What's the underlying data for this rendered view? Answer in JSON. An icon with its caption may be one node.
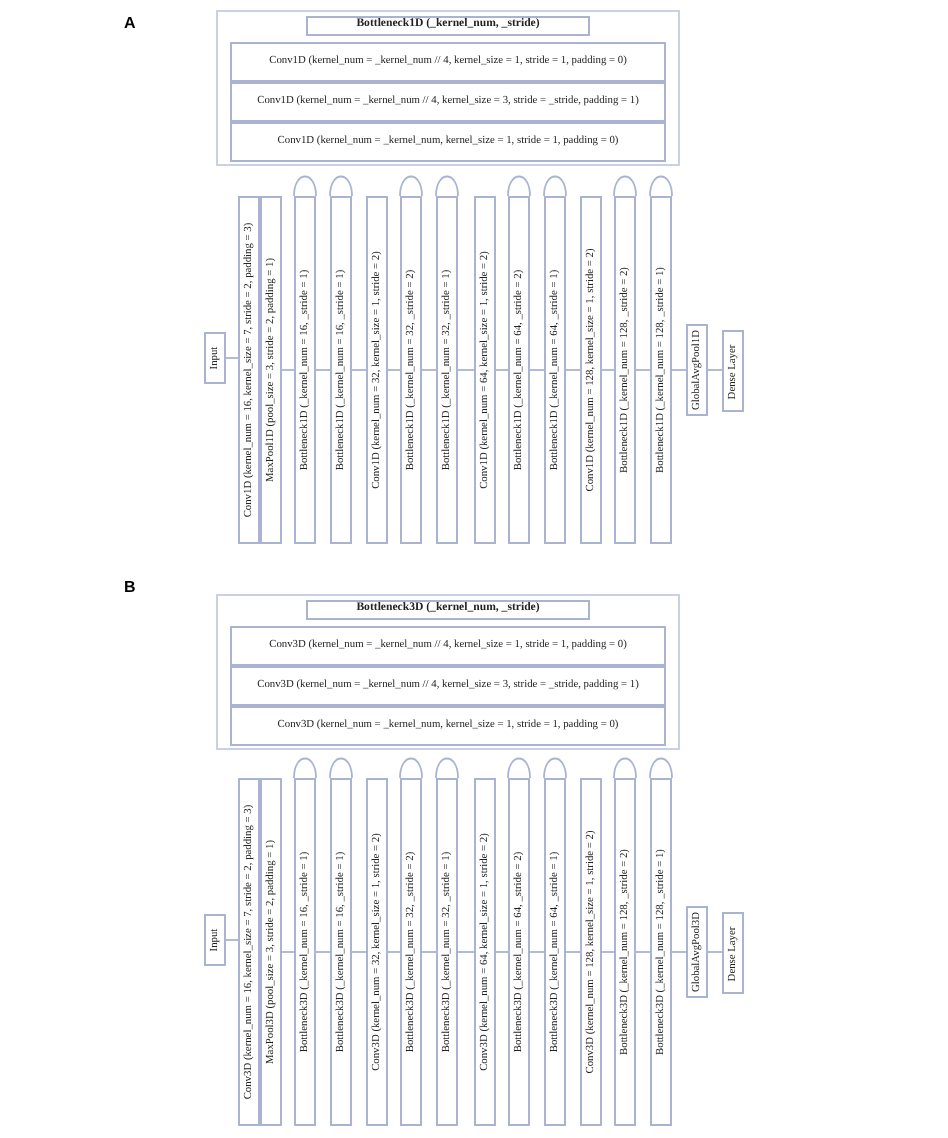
{
  "diagram": {
    "nodes": [
      {
        "text": [],
        "shape": "box"
      },
      {
        "text": [
          "Bottleneck1D (_kernel_num, _stride)"
        ],
        "in": 0
      },
      {
        "text": [
          "Conv1D (kernel_num = _kernel_num // 4, kernel_size = 1, stride = 1, padding = 0)"
        ],
        "in": 0
      },
      {
        "text": [
          "Conv1D (kernel_num = _kernel_num // 4, kernel_size = 3, stride = _stride, padding = 1)"
        ],
        "in": 0
      },
      {
        "text": [
          "Conv1D (kernel_num = _kernel_num, kernel_size = 1, stride = 1, padding = 0)"
        ],
        "in": 0
      },
      {
        "text": [
          "Input"
        ]
      },
      {
        "text": [
          "Conv1D (kernel_num = 16, kernel_size = 7, stride = 2, padding = 3)"
        ]
      },
      {
        "text": [
          "MaxPool1D (pool_size = 3, stride = 2, padding = 1)"
        ]
      },
      {
        "text": [
          "Bottleneck1D (_kernel_num = 16, _stride = 1)"
        ]
      },
      {
        "text": [
          "Bottleneck1D (_kernel_num = 16, _stride = 1)"
        ]
      },
      {
        "text": [
          "Conv1D (kernel_num = 32, kernel_size = 1, stride = 2)"
        ]
      },
      {
        "text": [
          "Bottleneck1D (_kernel_num = 32, _stride = 2)"
        ]
      },
      {
        "text": [
          "Bottleneck1D (_kernel_num = 32, _stride = 1)"
        ]
      },
      {
        "text": [
          "Conv1D (kernel_num = 64, kernel_size = 1, stride = 2)"
        ]
      },
      {
        "text": [
          "Bottleneck1D (_kernel_num = 64, _stride = 2)"
        ]
      },
      {
        "text": [
          "Bottleneck1D (_kernel_num = 64, _stride = 1)"
        ]
      },
      {
        "text": [
          "Conv1D (kernel_num = 128, kernel_size = 1, stride = 2)"
        ]
      },
      {
        "text": [
          "Bottleneck1D (_kernel_num = 128, _stride = 2)"
        ]
      },
      {
        "text": [
          "Bottleneck1D (_kernel_num = 128, _stride = 1)"
        ]
      },
      {
        "text": [
          "GlobalAvgPool1D"
        ]
      },
      {
        "text": [
          "Dense Layer"
        ]
      },
      {
        "text": [],
        "shape": "box"
      },
      {
        "text": [
          "Bottleneck3D (_kernel_num, _stride)"
        ],
        "in": 21
      },
      {
        "text": [
          "Conv3D (kernel_num = _kernel_num // 4, kernel_size = 1, stride = 1, padding = 0)"
        ],
        "in": 21
      },
      {
        "text": [
          "Conv3D (kernel_num = _kernel_num // 4, kernel_size = 3, stride = _stride, padding = 1)"
        ],
        "in": 21
      },
      {
        "text": [
          "Conv3D (kernel_num = _kernel_num, kernel_size = 1, stride = 1, padding = 0)"
        ],
        "in": 21
      },
      {
        "text": [
          "Input"
        ]
      },
      {
        "text": [
          "Conv3D (kernel_num = 16, kernel_size = 7, stride = 2, padding = 3)"
        ]
      },
      {
        "text": [
          "MaxPool3D (pool_size = 3, stride = 2, padding = 1)"
        ]
      },
      {
        "text": [
          "Bottleneck3D (_kernel_num = 16, _stride = 1)"
        ]
      },
      {
        "text": [
          "Bottleneck3D (_kernel_num = 16, _stride = 1)"
        ]
      },
      {
        "text": [
          "Conv3D (kernel_num = 32, kernel_size = 1, stride = 2)"
        ]
      },
      {
        "text": [
          "Bottleneck3D (_kernel_num = 32, _stride = 2)"
        ]
      },
      {
        "text": [
          "Bottleneck3D (_kernel_num = 32, _stride = 1)"
        ]
      },
      {
        "text": [
          "Conv3D (kernel_num = 64, kernel_size = 1, stride = 2)"
        ]
      },
      {
        "text": [
          "Bottleneck3D (_kernel_num = 64, _stride = 2)"
        ]
      },
      {
        "text": [
          "Bottleneck3D (_kernel_num = 64, _stride = 1)"
        ]
      },
      {
        "text": [
          "Conv3D (kernel_num = 128, kernel_size = 1, stride = 2)"
        ]
      },
      {
        "text": [
          "Bottleneck3D (_kernel_num = 128, _stride = 2)"
        ]
      },
      {
        "text": [
          "Bottleneck3D (_kernel_num = 128, _stride = 1)"
        ]
      },
      {
        "text": [
          "GlobalAvgPool3D"
        ]
      },
      {
        "text": [
          "Dense Layer"
        ]
      }
    ],
    "edges": [
      {
        "from": 5,
        "to": 6,
        "arrow": "none"
      },
      {
        "from": 7,
        "to": 8,
        "arrow": "none"
      },
      {
        "from": 8,
        "to": 9,
        "arrow": "none"
      },
      {
        "from": 9,
        "to": 10,
        "arrow": "none"
      },
      {
        "from": 10,
        "to": 11,
        "arrow": "none"
      },
      {
        "from": 11,
        "to": 12,
        "arrow": "none"
      },
      {
        "from": 12,
        "to": 13,
        "arrow": "none"
      },
      {
        "from": 13,
        "to": 14,
        "arrow": "none"
      },
      {
        "from": 14,
        "to": 15,
        "arrow": "none"
      },
      {
        "from": 15,
        "to": 16,
        "arrow": "none"
      },
      {
        "from": 16,
        "to": 17,
        "arrow": "none"
      },
      {
        "from": 17,
        "to": 18,
        "arrow": "none"
      },
      {
        "from": 18,
        "to": 19,
        "arrow": "none"
      },
      {
        "from": 19,
        "to": 20,
        "arrow": "none"
      },
      {
        "from": 26,
        "to": 27,
        "arrow": "none"
      },
      {
        "from": 28,
        "to": 29,
        "arrow": "none"
      },
      {
        "from": 29,
        "to": 30,
        "arrow": "none"
      },
      {
        "from": 30,
        "to": 31,
        "arrow": "none"
      },
      {
        "from": 31,
        "to": 32,
        "arrow": "none"
      },
      {
        "from": 32,
        "to": 33,
        "arrow": "none"
      },
      {
        "from": 33,
        "to": 34,
        "arrow": "none"
      },
      {
        "from": 34,
        "to": 35,
        "arrow": "none"
      },
      {
        "from": 35,
        "to": 36,
        "arrow": "none"
      },
      {
        "from": 36,
        "to": 37,
        "arrow": "none"
      },
      {
        "from": 37,
        "to": 38,
        "arrow": "none"
      },
      {
        "from": 38,
        "to": 39,
        "arrow": "none"
      },
      {
        "from": 39,
        "to": 40,
        "arrow": "none"
      },
      {
        "from": 40,
        "to": 41,
        "arrow": "none"
      }
    ],
    "labels": [
      "A",
      "B"
    ]
  }
}
